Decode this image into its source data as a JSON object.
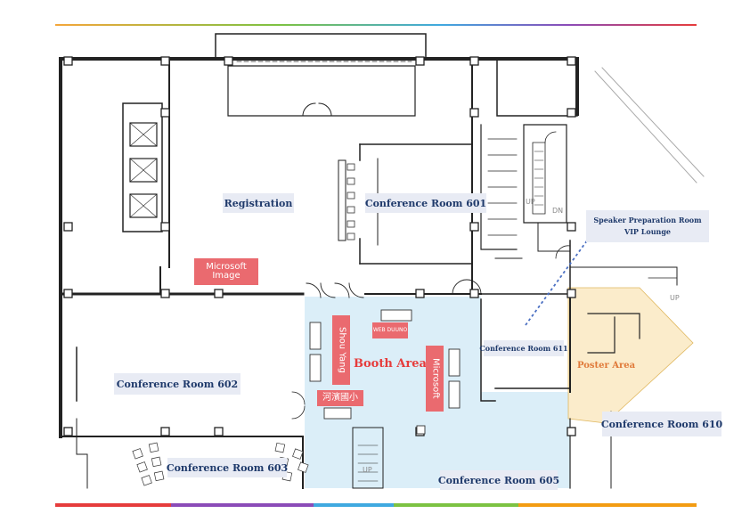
{
  "rooms": {
    "registration": "Registration",
    "conference_601": "Conference Room 601",
    "conference_602": "Conference Room 602",
    "conference_603": "Conference Room 603",
    "conference_605": "Conference Room 605",
    "conference_610": "Conference Room 610",
    "conference_611": "Conference Room 611",
    "speaker_prep": "Speaker Preparation Room",
    "vip_lounge": "VIP Lounge",
    "booth_area": "Booth Area",
    "poster_area": "Poster Area"
  },
  "sponsors": {
    "microsoft_image": "Microsoft Image",
    "shou_yang": "Shou Yang",
    "web_duuno": "WEB DUUNO",
    "hebin_school": "河濱國小",
    "microsoft": "Microsoft"
  },
  "stairs": {
    "up": "UP",
    "dn": "DN"
  },
  "colors": {
    "booth_area_fill": "#dbeef8",
    "poster_area_fill": "#fbeccb",
    "sponsor_fill": "#ea6a6f",
    "label_fill": "#e8ebf4",
    "label_text": "#1f3a6b",
    "booth_label_text": "#e63c3c",
    "poster_label_text": "#e07a3a",
    "arrow": "#4a6fc2"
  },
  "footer_bar_colors": [
    "#e63c3c",
    "#8b4bb8",
    "#3fa9e0",
    "#7cc242",
    "#f39c12"
  ]
}
